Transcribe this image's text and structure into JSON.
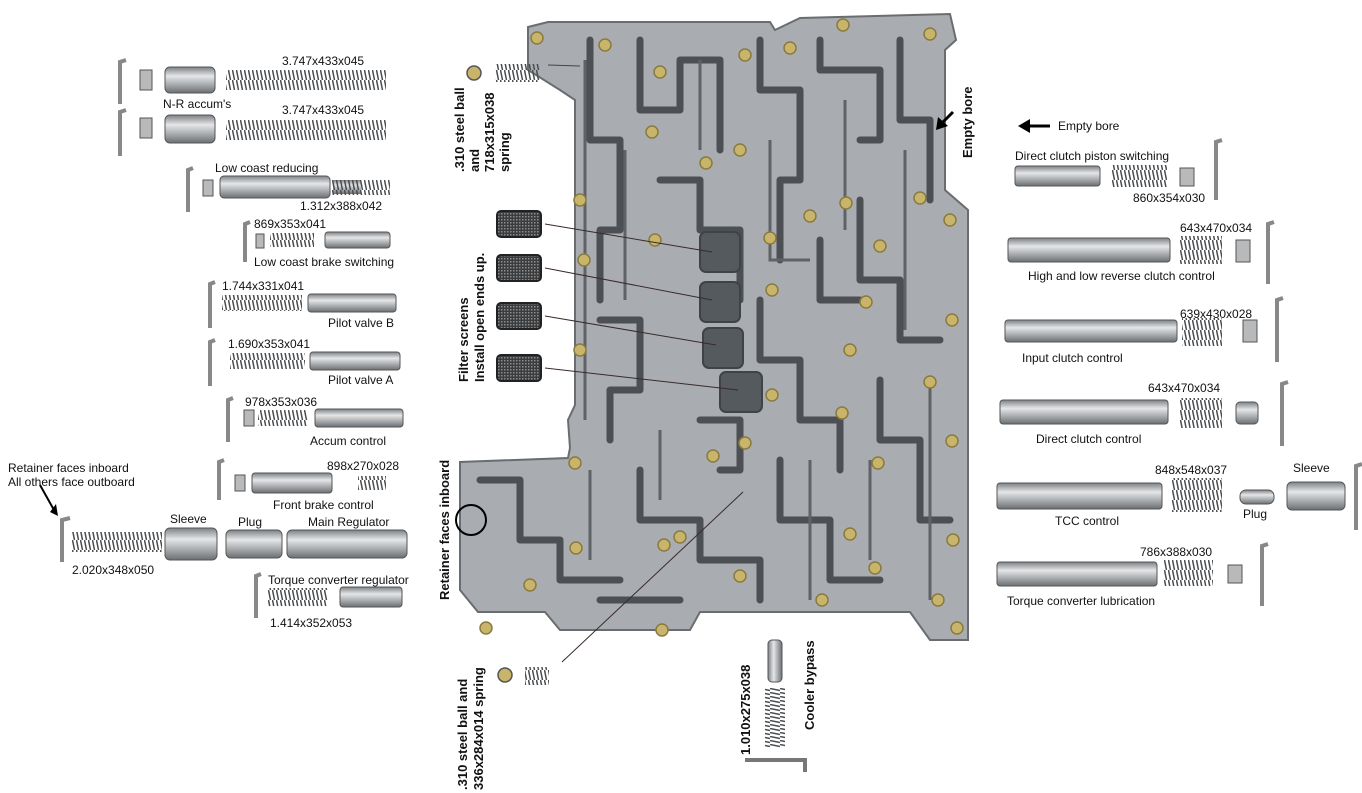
{
  "left_labels": {
    "nr_spring_top": "3.747x433x045",
    "nr_accums": "N-R accum's",
    "nr_spring_bottom": "3.747x433x045",
    "low_coast_reducing": "Low coast reducing",
    "low_coast_reducing_spring": "1.312x388x042",
    "low_coast_brake_spring": "869x353x041",
    "low_coast_brake_switching": "Low coast brake switching",
    "pilot_b_spring": "1.744x331x041",
    "pilot_valve_b": "Pilot valve B",
    "pilot_a_spring": "1.690x353x041",
    "pilot_valve_a": "Pilot valve A",
    "accum_control_spring": "978x353x036",
    "accum_control": "Accum control",
    "retainer_note_1": "Retainer faces inboard",
    "retainer_note_2": "All others face outboard",
    "front_brake_spring": "898x270x028",
    "front_brake_control": "Front brake control",
    "sleeve": "Sleeve",
    "plug": "Plug",
    "main_regulator": "Main Regulator",
    "main_regulator_spring": "2.020x348x050",
    "torque_converter_regulator": "Torque converter regulator",
    "tcr_spring": "1.414x352x053"
  },
  "center_labels": {
    "steel_ball_top": ".310 steel ball\nand\n718x315x038\nspring",
    "filter_screens": "Filter screens\nInstall open ends up.",
    "retainer_faces_inboard": "Retainer faces inboard",
    "steel_ball_bottom": ".310 steel ball and\n336x284x014 spring",
    "cooler_bypass_spring": "1.010x275x038",
    "cooler_bypass": "Cooler bypass",
    "empty_bore_vertical": "Empty bore"
  },
  "right_labels": {
    "empty_bore": "Empty bore",
    "direct_clutch_piston_switching": "Direct clutch piston switching",
    "dcps_spring": "860x354x030",
    "hlr_spring": "643x470x034",
    "high_low_reverse": "High and low reverse clutch control",
    "input_spring": "639x430x028",
    "input_clutch_control": "Input clutch control",
    "direct_spring": "643x470x034",
    "direct_clutch_control": "Direct clutch control",
    "tcc_spring": "848x548x037",
    "sleeve": "Sleeve",
    "plug": "Plug",
    "tcc_control": "TCC control",
    "lube_spring": "786x388x030",
    "torque_converter_lubrication": "Torque converter lubrication"
  },
  "colors": {
    "body": "#a9adb1",
    "channel": "#53575b",
    "brass": "#c8b46a",
    "part": "#c4c6c8",
    "spring": "#5a5d60"
  }
}
